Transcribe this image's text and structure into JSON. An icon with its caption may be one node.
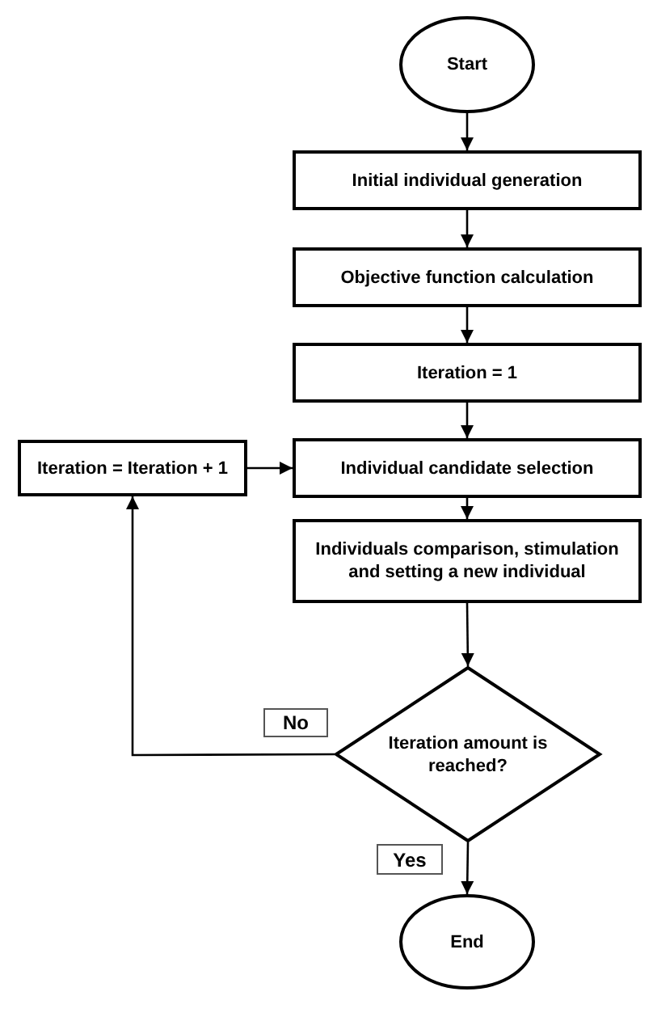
{
  "diagram": {
    "nodes": [
      {
        "text": [
          "Start"
        ]
      },
      {
        "text": [
          "Initial individual generation"
        ]
      },
      {
        "text": [
          "Objective function calculation"
        ]
      },
      {
        "text": [
          "Iteration = 1"
        ]
      },
      {
        "text": [
          "Iteration = Iteration + 1"
        ]
      },
      {
        "text": [
          "Individual candidate selection"
        ]
      },
      {
        "text": [
          "Individuals comparison, stimulation and setting a new individual"
        ]
      },
      {
        "text": [
          "Iteration amount is reached?"
        ]
      },
      {
        "text": [
          "End"
        ]
      }
    ],
    "edges": [
      {
        "from": 0,
        "to": 1,
        "arrow": "to"
      },
      {
        "from": 1,
        "to": 2,
        "arrow": "to"
      },
      {
        "from": 2,
        "to": 3,
        "arrow": "to"
      },
      {
        "from": 3,
        "to": 5,
        "arrow": "to"
      },
      {
        "from": 4,
        "to": 5,
        "arrow": "to"
      },
      {
        "from": 5,
        "to": 6,
        "arrow": "to"
      },
      {
        "from": 6,
        "to": 7,
        "arrow": "to"
      },
      {
        "from": 7,
        "to": 4,
        "arrow": "to",
        "label": "No"
      },
      {
        "from": 7,
        "to": 8,
        "arrow": "to",
        "label": "Yes"
      }
    ]
  }
}
